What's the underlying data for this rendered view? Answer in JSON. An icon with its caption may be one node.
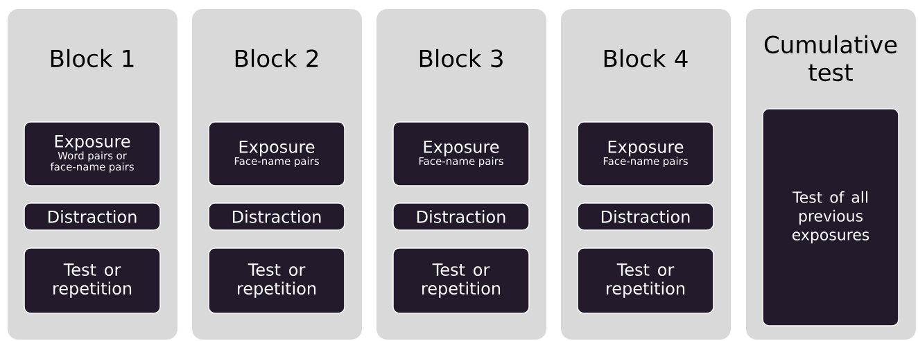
{
  "diagram": {
    "nodes": [
      {
        "text": [
          "Block 1"
        ]
      },
      {
        "text": [
          "Exposure",
          "Word pairs or face-name pairs"
        ],
        "in": 0
      },
      {
        "text": [
          "Distraction"
        ],
        "in": 0
      },
      {
        "text": [
          "Test or repetition"
        ],
        "in": 0
      },
      {
        "text": [
          "Block 2"
        ]
      },
      {
        "text": [
          "Exposure",
          "Face-name pairs"
        ],
        "in": 4
      },
      {
        "text": [
          "Distraction"
        ],
        "in": 4
      },
      {
        "text": [
          "Test or repetition"
        ],
        "in": 4
      },
      {
        "text": [
          "Block 3"
        ]
      },
      {
        "text": [
          "Exposure",
          "Face-name pairs"
        ],
        "in": 8
      },
      {
        "text": [
          "Distraction"
        ],
        "in": 8
      },
      {
        "text": [
          "Test or repetition"
        ],
        "in": 8
      },
      {
        "text": [
          "Block 4"
        ]
      },
      {
        "text": [
          "Exposure",
          "Face-name pairs"
        ],
        "in": 12
      },
      {
        "text": [
          "Distraction"
        ],
        "in": 12
      },
      {
        "text": [
          "Test or repetition"
        ],
        "in": 12
      },
      {
        "text": [
          "Cumulative test"
        ]
      },
      {
        "text": [
          "Test of all previous exposures"
        ],
        "in": 16
      }
    ]
  }
}
